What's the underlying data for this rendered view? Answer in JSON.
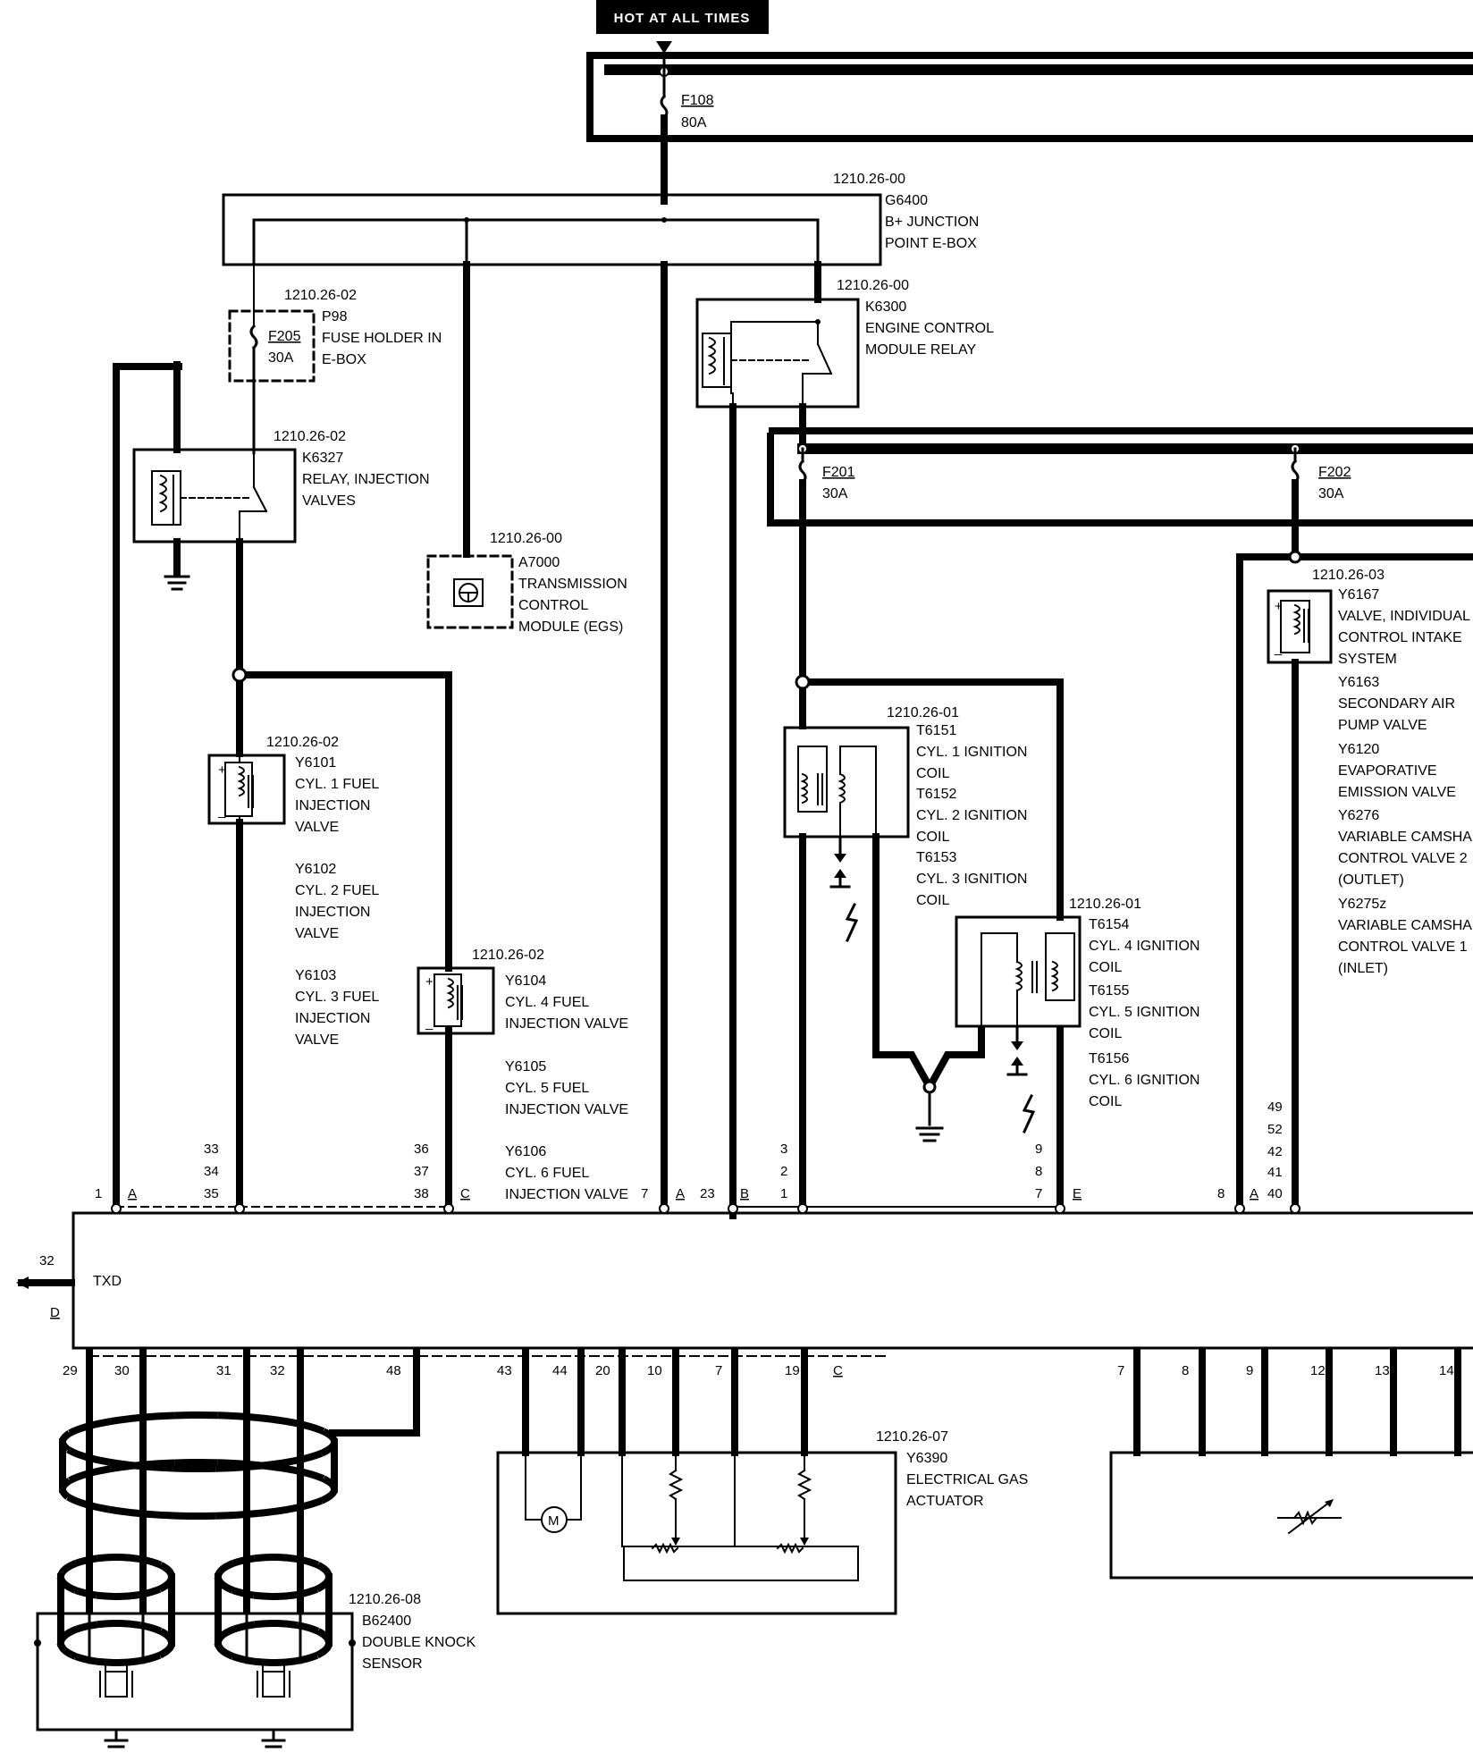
{
  "header": {
    "hot_at_all_times": "HOT AT ALL TIMES",
    "f108": "F108",
    "f108_amps": "80A"
  },
  "junction": {
    "ref": "1210.26-00",
    "id": "G6400",
    "line1": "B+ JUNCTION",
    "line2": "POINT E-BOX"
  },
  "fuse_holder": {
    "ref": "1210.26-02",
    "id": "P98",
    "line1": "FUSE HOLDER IN",
    "line2": "E-BOX",
    "fuse": "F205",
    "amps": "30A"
  },
  "relay_injection": {
    "ref": "1210.26-02",
    "id": "K6327",
    "line1": "RELAY, INJECTION",
    "line2": "VALVES"
  },
  "tcm": {
    "ref": "1210.26-00",
    "id": "A7000",
    "line1": "TRANSMISSION",
    "line2": "CONTROL",
    "line3": "MODULE (EGS)"
  },
  "ecm_relay": {
    "ref": "1210.26-00",
    "id": "K6300",
    "line1": "ENGINE CONTROL",
    "line2": "MODULE RELAY"
  },
  "fuses_right": {
    "f201": "F201",
    "f201_amps": "30A",
    "f202": "F202",
    "f202_amps": "30A"
  },
  "valves_right": {
    "ref": "1210.26-03",
    "lines": [
      "Y6167",
      "VALVE, INDIVIDUAL",
      "CONTROL INTAKE",
      "SYSTEM",
      "Y6163",
      "SECONDARY AIR",
      "PUMP VALVE",
      "Y6120",
      "EVAPORATIVE",
      "EMISSION VALVE",
      "Y6276",
      "VARIABLE CAMSHA",
      "CONTROL VALVE 2",
      "(OUTLET)",
      "Y6275z",
      "VARIABLE CAMSHA",
      "CONTROL VALVE 1",
      "(INLET)"
    ]
  },
  "injectors_left": {
    "ref": "1210.26-02",
    "lines": [
      "Y6101",
      "CYL. 1 FUEL",
      "INJECTION",
      "VALVE",
      "Y6102",
      "CYL. 2 FUEL",
      "INJECTION",
      "VALVE",
      "Y6103",
      "CYL. 3 FUEL",
      "INJECTION",
      "VALVE"
    ]
  },
  "injectors_right": {
    "ref": "1210.26-02",
    "lines": [
      "Y6104",
      "CYL. 4 FUEL",
      "INJECTION VALVE",
      "Y6105",
      "CYL. 5 FUEL",
      "INJECTION VALVE",
      "Y6106",
      "CYL. 6 FUEL",
      "INJECTION VALVE"
    ]
  },
  "coils_a": {
    "ref": "1210.26-01",
    "lines": [
      "T6151",
      "CYL. 1 IGNITION",
      "COIL",
      "T6152",
      "CYL. 2 IGNITION",
      "COIL",
      "T6153",
      "CYL. 3 IGNITION",
      "COIL"
    ]
  },
  "coils_b": {
    "ref": "1210.26-01",
    "lines": [
      "T6154",
      "CYL. 4 IGNITION",
      "COIL",
      "T6155",
      "CYL. 5 IGNITION",
      "COIL",
      "T6156",
      "CYL. 6 IGNITION",
      "COIL"
    ]
  },
  "gas_actuator": {
    "ref": "1210.26-07",
    "id": "Y6390",
    "line1": "ELECTRICAL GAS",
    "line2": "ACTUATOR"
  },
  "knock_sensor": {
    "ref": "1210.26-08",
    "id": "B62400",
    "line1": "DOUBLE KNOCK",
    "line2": "SENSOR"
  },
  "ecm": {
    "txd": "TXD",
    "pin_32": "32",
    "conn_d": "D"
  },
  "top_pins": {
    "p1": "1",
    "cA1": "A",
    "p33": "33",
    "p34": "34",
    "p35": "35",
    "p36": "36",
    "p37": "37",
    "p38": "38",
    "cC": "C",
    "p7": "7",
    "cA2": "A",
    "p23": "23",
    "cB": "B",
    "p3": "3",
    "p2": "2",
    "p1b": "1",
    "p9": "9",
    "p8": "8",
    "p7b": "7",
    "cE": "E",
    "p49": "49",
    "p52": "52",
    "p42": "42",
    "p41": "41",
    "p40": "40",
    "p8b": "8",
    "cA3": "A"
  },
  "bottom_pins": {
    "p29": "29",
    "p30": "30",
    "p31": "31",
    "p32": "32",
    "p48": "48",
    "p43": "43",
    "p44": "44",
    "p20": "20",
    "p10": "10",
    "p7": "7",
    "p19": "19",
    "cC": "C",
    "q7": "7",
    "q8": "8",
    "q9": "9",
    "q12": "12",
    "q13": "13",
    "q14": "14"
  }
}
